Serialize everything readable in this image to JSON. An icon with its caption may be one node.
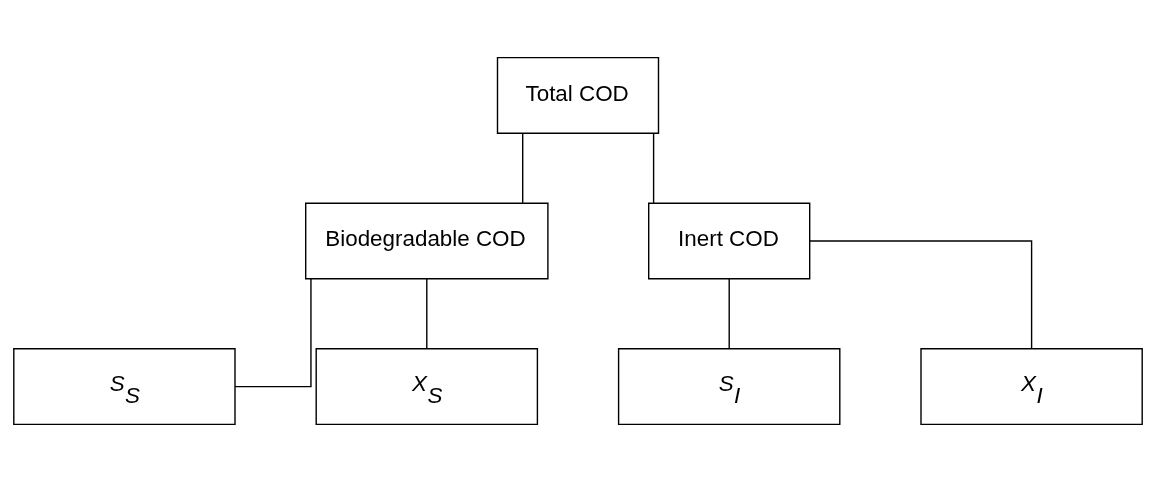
{
  "diagram": {
    "nodes": [
      {
        "text": [
          "Total COD"
        ]
      },
      {
        "text": [
          "Biodegradable COD"
        ]
      },
      {
        "text": [
          "Inert COD"
        ]
      },
      {
        "text": [
          "S$_{S}$"
        ]
      },
      {
        "text": [
          "X$_{S}$"
        ]
      },
      {
        "text": [
          "S$_{I}$"
        ]
      },
      {
        "text": [
          "X$_{I}$"
        ]
      }
    ],
    "edges": [
      {
        "from": 0,
        "to": 1,
        "arrow": "none"
      },
      {
        "from": 0,
        "to": 2,
        "arrow": "none"
      },
      {
        "from": 1,
        "to": 3,
        "arrow": "none"
      },
      {
        "from": 1,
        "to": 4,
        "arrow": "none"
      },
      {
        "from": 2,
        "to": 5,
        "arrow": "none"
      },
      {
        "from": 2,
        "to": 6,
        "arrow": "none"
      }
    ]
  }
}
